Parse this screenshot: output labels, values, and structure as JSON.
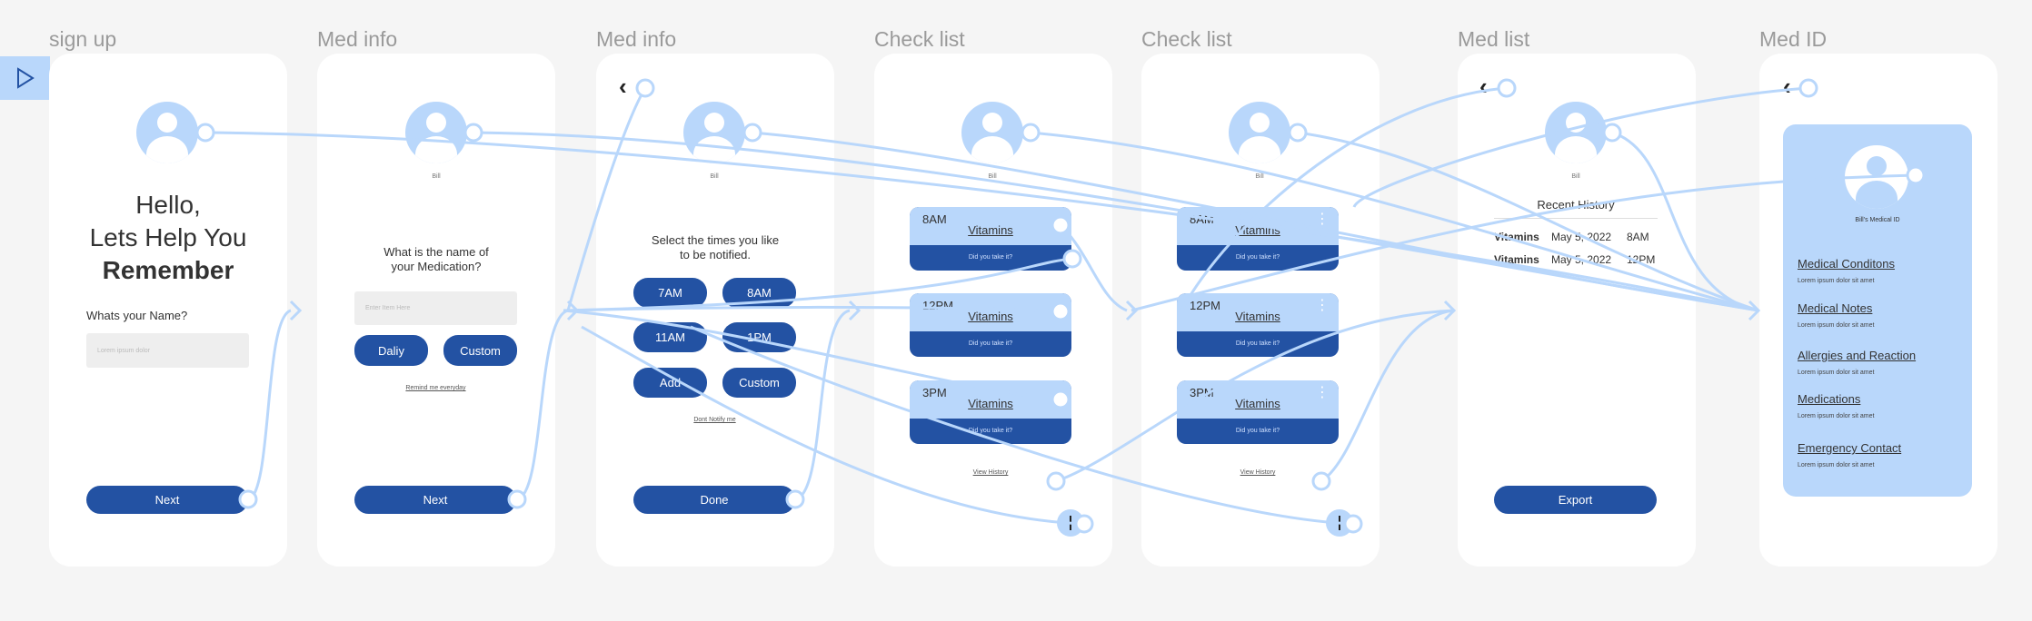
{
  "labels": [
    "sign up",
    "Med info",
    "Med info",
    "Check list",
    "Check list",
    "Med list",
    "Med ID"
  ],
  "signup": {
    "hello": "Hello,",
    "lets": "Lets Help You",
    "remember": "Remember",
    "name_q": "Whats your Name?",
    "name_placeholder": "Lorem ipsum dolor",
    "next": "Next"
  },
  "medinfo1": {
    "user": "Bill",
    "question_l1": "What is the name of",
    "question_l2": "your Medication?",
    "input_placeholder": "Enter Item Here",
    "daily": "Daliy",
    "custom": "Custom",
    "remind": "Remind me everyday",
    "next": "Next"
  },
  "medinfo2": {
    "user": "Bill",
    "select_l1": "Select the times you like",
    "select_l2": "to be notified.",
    "t1": "7AM",
    "t2": "8AM",
    "t3": "11AM",
    "t4": "1PM",
    "add": "Add",
    "custom": "Custom",
    "dont": "Dont Notify me",
    "done": "Done"
  },
  "check1": {
    "user": "Bill",
    "cards": [
      {
        "time": "8AM",
        "title": "Vitamins",
        "question": "Did you take it?"
      },
      {
        "time": "12PM",
        "title": "Vitamins",
        "question": "Did you take it?"
      },
      {
        "time": "3PM",
        "title": "Vitamins",
        "question": "Did you take it?"
      }
    ],
    "view_history": "View History"
  },
  "check2": {
    "user": "Bill",
    "cards": [
      {
        "time": "8AM",
        "title": "Vitamins",
        "question": "Did you take it?"
      },
      {
        "time": "12PM",
        "title": "Vitamins",
        "question": "Did you take it?"
      },
      {
        "time": "3PM",
        "title": "Vitamins",
        "question": "Did you take it?"
      }
    ],
    "view_history": "View History"
  },
  "medlist": {
    "user": "Bill",
    "recent": "Recent History",
    "rows": [
      {
        "name": "Vitamins",
        "date": "May 5, 2022",
        "time": "8AM"
      },
      {
        "name": "Vitamins",
        "date": "May 5, 2022",
        "time": "12PM"
      }
    ],
    "export": "Export"
  },
  "medid": {
    "title": "Bill's Medical ID",
    "sections": [
      {
        "title": "Medical Conditons",
        "sub": "Lorem ipsum dolor sit amet"
      },
      {
        "title": "Medical Notes",
        "sub": "Lorem ipsum dolor sit amet"
      },
      {
        "title": "Allergies and Reaction",
        "sub": "Lorem ipsum dolor sit amet"
      },
      {
        "title": "Medications",
        "sub": "Lorem ipsum dolor sit amet"
      },
      {
        "title": "Emergency Contact",
        "sub": "Lorem ipsum dolor sit amet"
      }
    ]
  },
  "icons": {
    "play": "play-icon",
    "back": "chevron-left-icon",
    "avatar": "user-avatar-icon",
    "more": "kebab-icon"
  },
  "colors": {
    "primary": "#2352a3",
    "light": "#b9d7fb",
    "connector": "#b9d7fb"
  }
}
